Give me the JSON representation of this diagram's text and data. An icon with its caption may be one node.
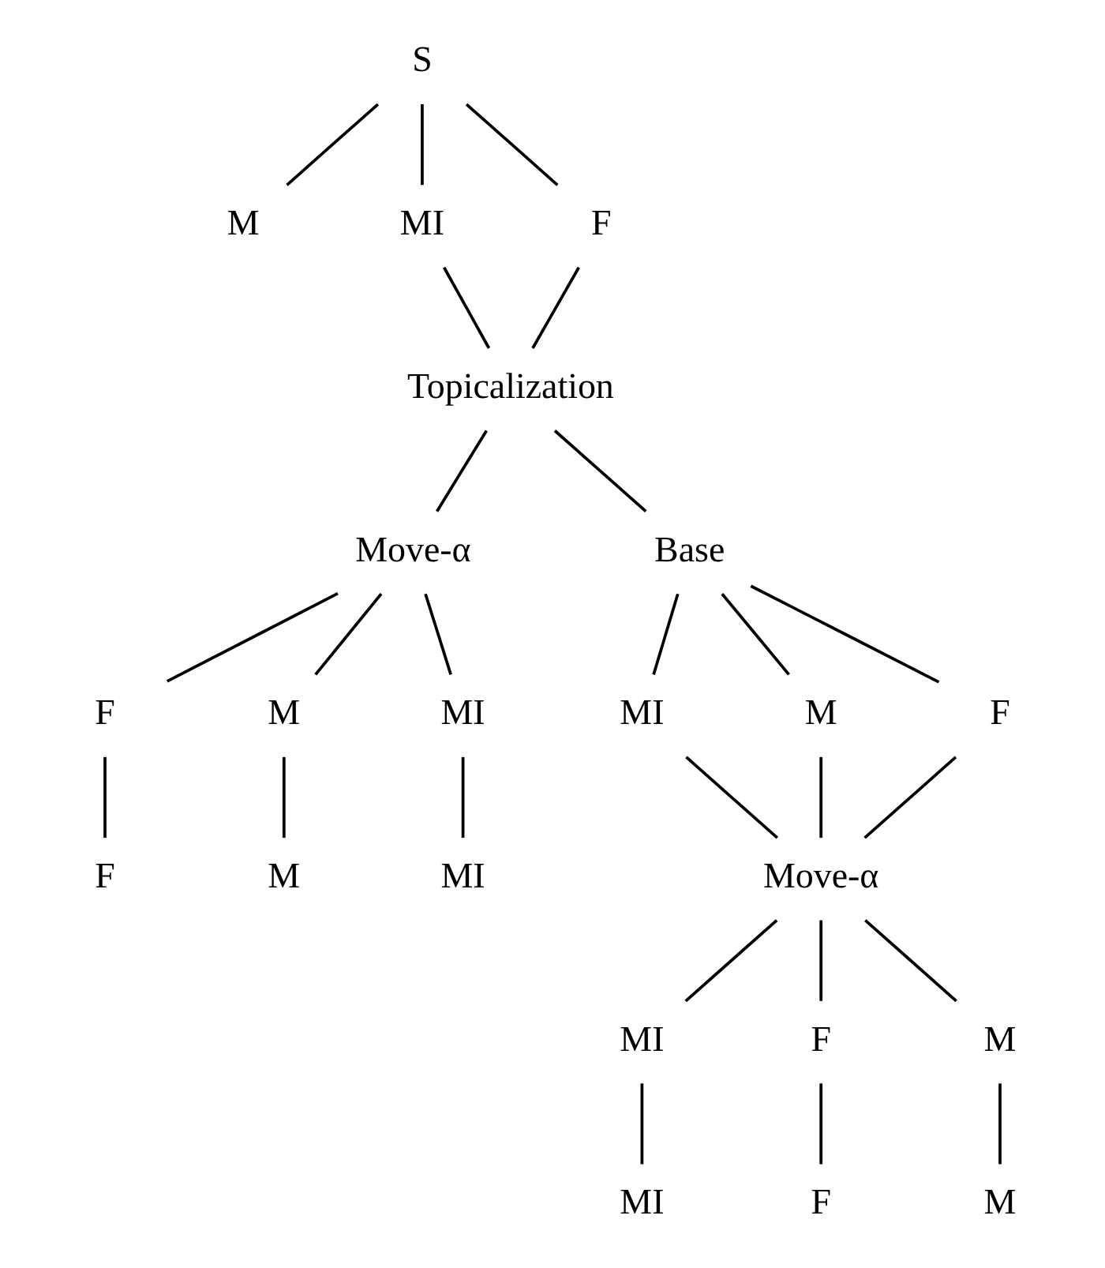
{
  "diagram": {
    "nodes": [
      {
        "text": [
          "S"
        ]
      },
      {
        "text": [
          "M"
        ]
      },
      {
        "text": [
          "MI"
        ]
      },
      {
        "text": [
          "F"
        ]
      },
      {
        "text": [
          "Topicalization"
        ]
      },
      {
        "text": [
          "Move-α"
        ]
      },
      {
        "text": [
          "Base"
        ]
      },
      {
        "text": [
          "F"
        ]
      },
      {
        "text": [
          "M"
        ]
      },
      {
        "text": [
          "MI"
        ]
      },
      {
        "text": [
          "M"
        ]
      },
      {
        "text": [
          "F"
        ]
      },
      {
        "text": [
          "MI"
        ]
      },
      {
        "text": [
          "MI"
        ]
      },
      {
        "text": [
          "M"
        ]
      },
      {
        "text": [
          "F"
        ]
      },
      {
        "text": [
          "Move-α"
        ]
      },
      {
        "text": [
          "MI"
        ]
      },
      {
        "text": [
          "F"
        ]
      },
      {
        "text": [
          "M"
        ]
      },
      {
        "text": [
          "F"
        ]
      },
      {
        "text": [
          "MI"
        ]
      },
      {
        "text": [
          "M"
        ]
      }
    ],
    "edges": [
      {
        "from": 0,
        "to": 1,
        "arrow": "none"
      },
      {
        "from": 0,
        "to": 2,
        "arrow": "none"
      },
      {
        "from": 0,
        "to": 3,
        "arrow": "none"
      },
      {
        "from": 2,
        "to": 4,
        "arrow": "none"
      },
      {
        "from": 3,
        "to": 4,
        "arrow": "none"
      },
      {
        "from": 4,
        "to": 5,
        "arrow": "none"
      },
      {
        "from": 4,
        "to": 6,
        "arrow": "none"
      },
      {
        "from": 5,
        "to": 7,
        "arrow": "none"
      },
      {
        "from": 5,
        "to": 8,
        "arrow": "none"
      },
      {
        "from": 5,
        "to": 9,
        "arrow": "none"
      },
      {
        "from": 7,
        "to": 11,
        "arrow": "none"
      },
      {
        "from": 8,
        "to": 10,
        "arrow": "none"
      },
      {
        "from": 9,
        "to": 12,
        "arrow": "none"
      },
      {
        "from": 6,
        "to": 13,
        "arrow": "none"
      },
      {
        "from": 6,
        "to": 14,
        "arrow": "none"
      },
      {
        "from": 6,
        "to": 15,
        "arrow": "none"
      },
      {
        "from": 13,
        "to": 16,
        "arrow": "none"
      },
      {
        "from": 14,
        "to": 16,
        "arrow": "none"
      },
      {
        "from": 15,
        "to": 16,
        "arrow": "none"
      },
      {
        "from": 16,
        "to": 17,
        "arrow": "none"
      },
      {
        "from": 16,
        "to": 18,
        "arrow": "none"
      },
      {
        "from": 16,
        "to": 19,
        "arrow": "none"
      },
      {
        "from": 17,
        "to": 21,
        "arrow": "none"
      },
      {
        "from": 18,
        "to": 20,
        "arrow": "none"
      },
      {
        "from": 19,
        "to": 22,
        "arrow": "none"
      }
    ]
  }
}
